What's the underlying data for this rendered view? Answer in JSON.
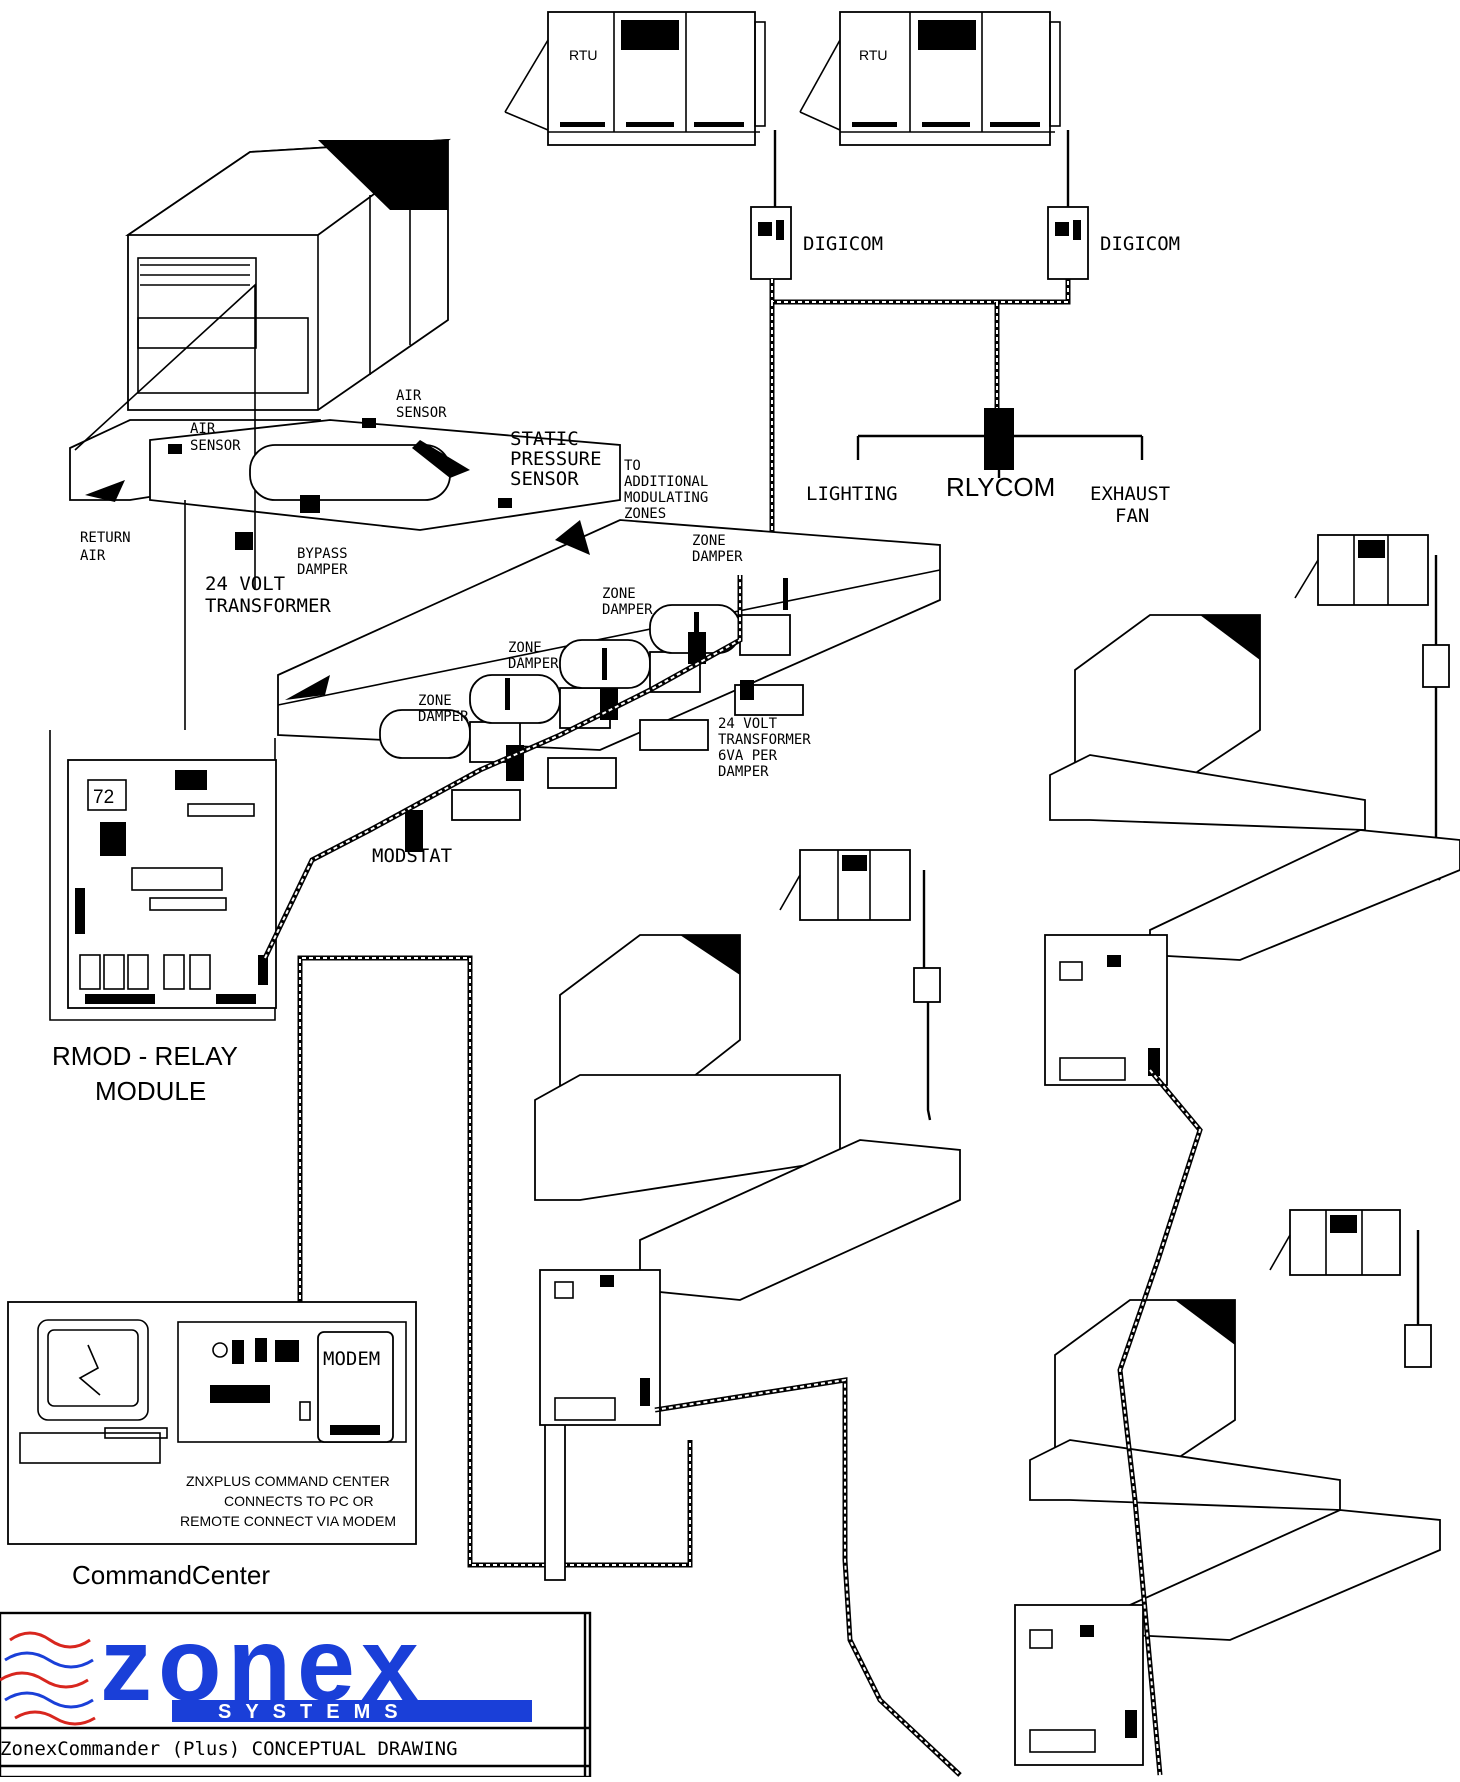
{
  "labels": {
    "rtu": "RTU",
    "digicom": "DIGICOM",
    "rlycom": "RLYCOM",
    "lighting": "LIGHTING",
    "exhaust_fan_1": "EXHAUST",
    "exhaust_fan_2": "FAN",
    "air_sensor_1": "AIR",
    "air_sensor_2": "SENSOR",
    "static_1": "STATIC",
    "static_2": "PRESSURE",
    "static_3": "SENSOR",
    "additional_1": "TO",
    "additional_2": "ADDITIONAL",
    "additional_3": "MODULATING",
    "additional_4": "ZONES",
    "zone_damper_1": "ZONE",
    "zone_damper_2": "DAMPER",
    "return_air_1": "RETURN",
    "return_air_2": "AIR",
    "bypass_1": "BYPASS",
    "bypass_2": "DAMPER",
    "transformer_1": "24 VOLT",
    "transformer_2": "TRANSFORMER",
    "transformer_va_1": "24 VOLT",
    "transformer_va_2": "TRANSFORMER",
    "transformer_va_3": "6VA PER",
    "transformer_va_4": "DAMPER",
    "modstat": "MODSTAT",
    "rmod_1": "RMOD - RELAY",
    "rmod_2": "MODULE",
    "display_value": "72",
    "modem": "MODEM",
    "cc_desc_1": "ZNXPLUS COMMAND CENTER",
    "cc_desc_2": "CONNECTS TO PC OR",
    "cc_desc_3": "REMOTE CONNECT VIA MODEM",
    "command_center": "CommandCenter"
  },
  "title_block": {
    "logo_word": "zonex",
    "logo_sub": "SYSTEMS",
    "drawing_title": "ZonexCommander (Plus) CONCEPTUAL DRAWING",
    "brand_color": "#1a3fd8",
    "swirl_red": "#d8261e",
    "swirl_blue": "#1a3fd8"
  }
}
